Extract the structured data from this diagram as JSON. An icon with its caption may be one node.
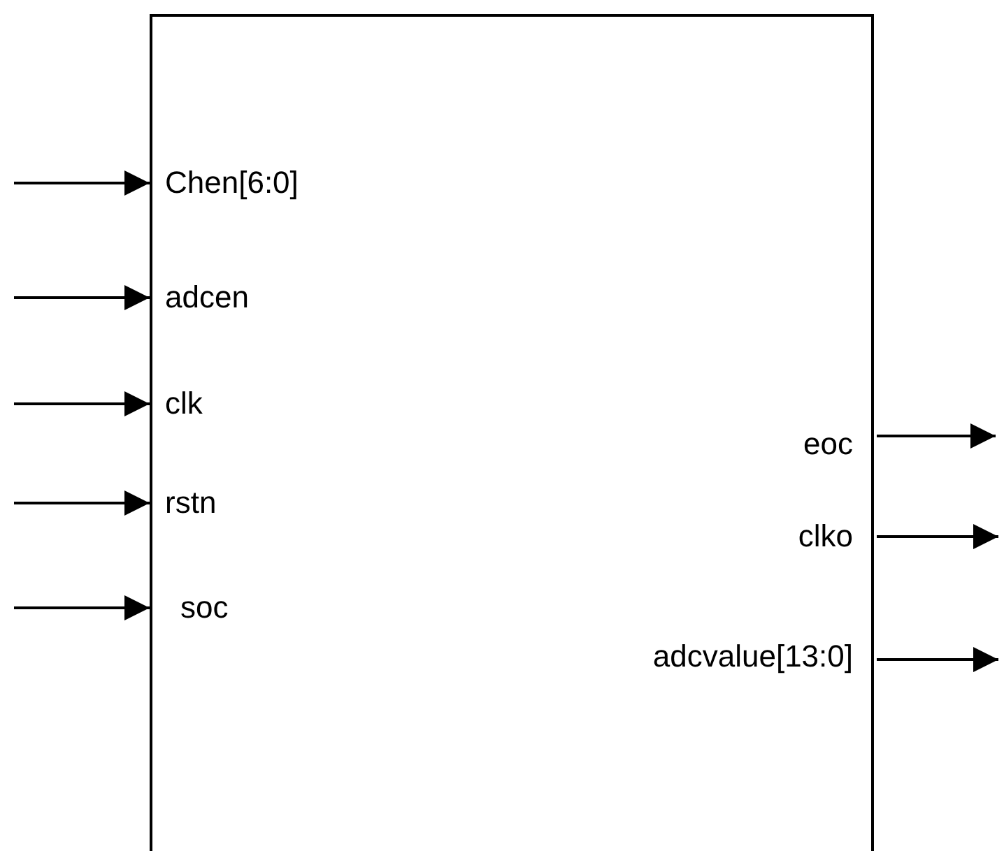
{
  "diagram": {
    "nodes": [
      {
        "text": [],
        "shape": "box"
      },
      {
        "text": [
          "Chen[6:0]"
        ],
        "in": 0
      },
      {
        "text": [
          "adcen"
        ],
        "in": 0
      },
      {
        "text": [
          "clk"
        ],
        "in": 0
      },
      {
        "text": [
          "rstn"
        ],
        "in": 0
      },
      {
        "text": [
          "soc"
        ],
        "in": 0
      },
      {
        "text": [
          "eoc"
        ],
        "in": 0
      },
      {
        "text": [
          "clko"
        ],
        "in": 0
      },
      {
        "text": [
          "adcvalue[13:0]"
        ],
        "in": 0
      }
    ],
    "edges": [
      {
        "from": null,
        "to": 1,
        "arrow": "to"
      },
      {
        "from": null,
        "to": 2,
        "arrow": "to"
      },
      {
        "from": null,
        "to": 3,
        "arrow": "to"
      },
      {
        "from": null,
        "to": 4,
        "arrow": "to"
      },
      {
        "from": null,
        "to": 5,
        "arrow": "to"
      },
      {
        "from": 6,
        "to": null,
        "arrow": "to"
      },
      {
        "from": 7,
        "to": null,
        "arrow": "to"
      },
      {
        "from": 8,
        "to": null,
        "arrow": "to"
      }
    ]
  }
}
